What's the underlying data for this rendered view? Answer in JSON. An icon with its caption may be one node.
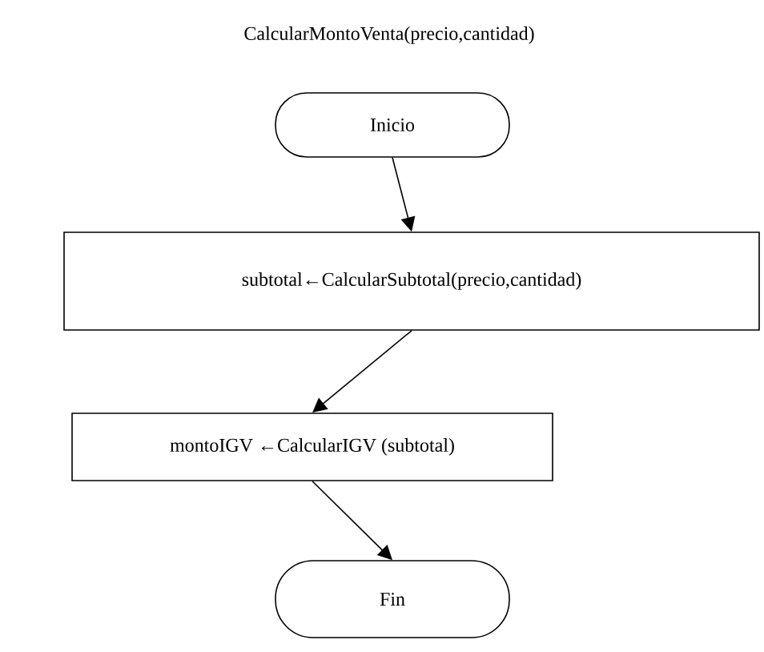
{
  "diagram": {
    "title": "CalcularMontoVenta(precio,cantidad)",
    "nodes": [
      {
        "text": [
          "Inicio"
        ]
      },
      {
        "text": [
          "subtotal←CalcularSubtotal(precio,cantidad)"
        ]
      },
      {
        "text": [
          "montoIGV ←CalcularIGV (subtotal)"
        ]
      },
      {
        "text": [
          "Fin"
        ]
      }
    ],
    "edges": [
      {
        "from": 0,
        "to": 1,
        "arrow": "to"
      },
      {
        "from": 1,
        "to": 2,
        "arrow": "to"
      },
      {
        "from": 2,
        "to": 3,
        "arrow": "to"
      }
    ]
  }
}
